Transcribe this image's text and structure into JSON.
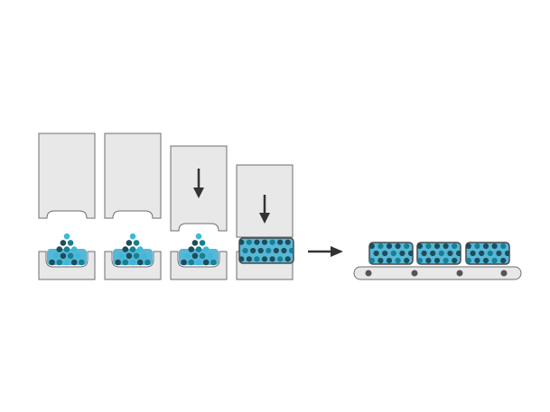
{
  "colors": {
    "background": "#ffffff",
    "press_fill": "#e8e8e8",
    "press_stroke": "#6d6e71",
    "powder_bed": "#58b7d6",
    "particle_dark": "#1d4d5a",
    "particle_teal": "#177f93",
    "particle_light": "#3cb8da",
    "arrow": "#333333",
    "conveyor_fill": "#e8e8e8",
    "roller": "#555555"
  },
  "stages": [
    {
      "id": "filling-1",
      "state": "die-open",
      "press_arrow": false
    },
    {
      "id": "filling-2",
      "state": "die-open",
      "press_arrow": false
    },
    {
      "id": "punch-descending",
      "state": "punch-descending",
      "press_arrow": true
    },
    {
      "id": "compacted",
      "state": "compacted",
      "press_arrow": true
    }
  ],
  "transition_arrow": {
    "icon": "right-arrow-icon"
  },
  "conveyor": {
    "tablet_count": 3,
    "roller_count": 4
  }
}
